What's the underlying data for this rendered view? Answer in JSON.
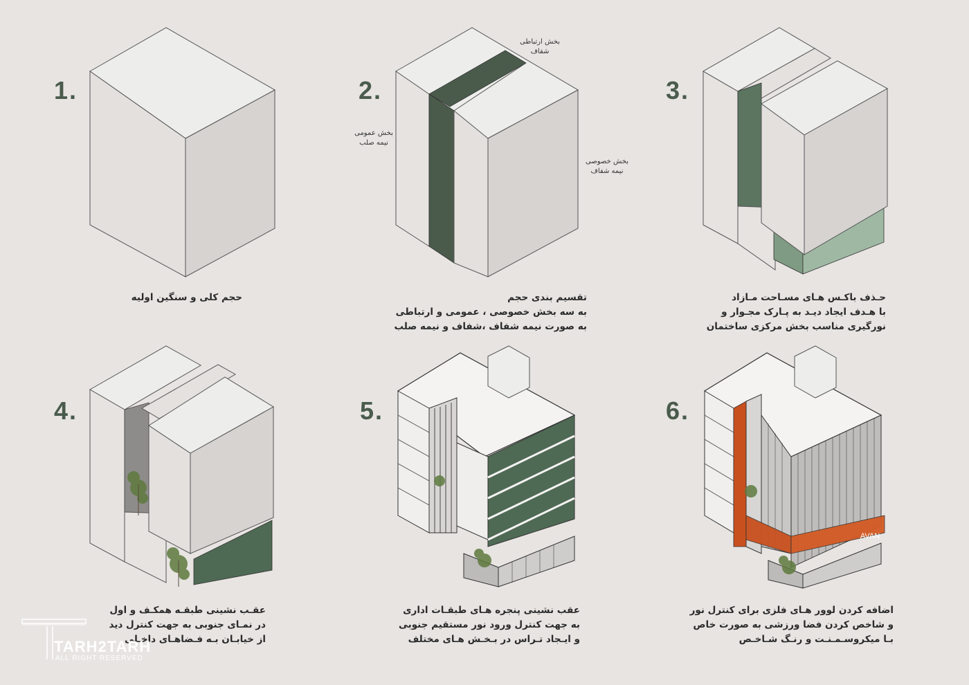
{
  "steps": [
    {
      "number": "1.",
      "caption": [
        "حجم کلی و سنگین اولیه"
      ]
    },
    {
      "number": "2.",
      "caption": [
        "تقسیم بندی حجم",
        "به سه بخش خصوصی ، عمومی و ارتباطی",
        "به صورت نیمه شفاف ،شفاف و نیمه صلب"
      ],
      "labels": {
        "connection": [
          "بخش ارتباطی",
          "شفاف"
        ],
        "public": [
          "بخش عمومی",
          "نیمه صلب"
        ],
        "private": [
          "بخش خصوصی",
          "نیمه شفاف"
        ]
      }
    },
    {
      "number": "3.",
      "caption": [
        "حـذف باکـس هـای مسـاحت مـازاد",
        "با هـدف ایجاد دیـد به پـارک مجـوار و",
        "نورگیری مناسب بخش مرکزی ساختمان"
      ]
    },
    {
      "number": "4.",
      "caption": [
        "عقـب نشینی طبقـه همکـف و اول",
        "در نمـای جنوبی به جهت کنترل دید",
        "از خیابـان بـه فـضاهـای داخـلی"
      ]
    },
    {
      "number": "5.",
      "caption": [
        "عقب نشینی پنجره هـای طبقـات اداری",
        "به جهت کنترل ورود نور مستقیم جنوبی",
        "و ایـجاد تـراس در بـخـش هـای مختلف"
      ]
    },
    {
      "number": "6.",
      "caption": [
        "اضافه کردن لوور هـای فلزی برای کنترل نور",
        "و شاخص کردن فضا ورزشی به صورت خاص",
        "بـا میکروسـمـنـت و رنـگ شـاخـص"
      ],
      "sign": "AVAN"
    }
  ],
  "logo": {
    "name": "TARH2TARH",
    "tagline": "ALL RIGHT RESERVED"
  },
  "colors": {
    "background": "#e7e4e2",
    "accent_green": "#4a5b4c",
    "accent_orange": "#c8501e",
    "face_light": "#ededeb",
    "face_mid": "#dddad8",
    "face_dark": "#cbc8c6"
  }
}
